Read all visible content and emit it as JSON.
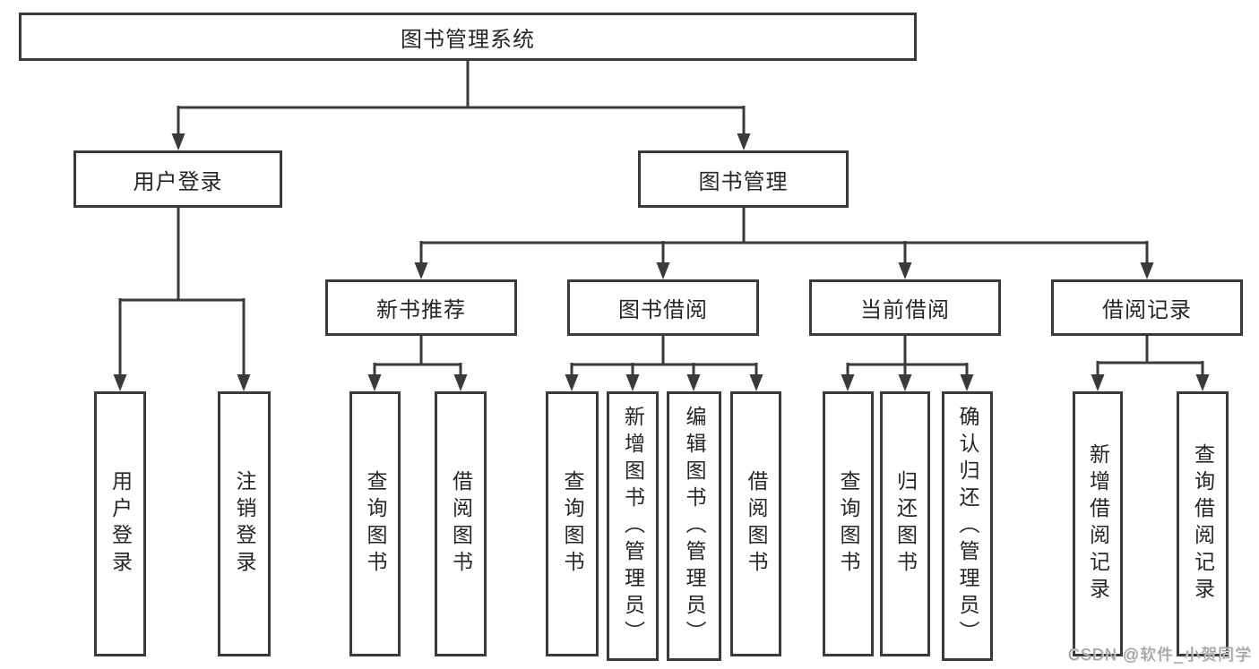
{
  "colors": {
    "line": "#3a3a3a",
    "box_border": "#3a3a3a",
    "text": "#262626",
    "background": "#ffffff",
    "watermark": "#9e9e9e"
  },
  "watermark": {
    "text": "CSDN @软件_小贺同学"
  },
  "diagram": {
    "type": "tree",
    "root": {
      "label": "图书管理系统"
    },
    "branches": [
      {
        "label": "用户登录",
        "children": [
          {
            "label": "用户登录"
          },
          {
            "label": "注销登录"
          }
        ]
      },
      {
        "label": "图书管理",
        "children": [
          {
            "label": "新书推荐",
            "children": [
              {
                "label": "查询图书"
              },
              {
                "label": "借阅图书"
              }
            ]
          },
          {
            "label": "图书借阅",
            "children": [
              {
                "label": "查询图书"
              },
              {
                "label": "新增图书（管理员）"
              },
              {
                "label": "编辑图书（管理员）"
              },
              {
                "label": "借阅图书"
              }
            ]
          },
          {
            "label": "当前借阅",
            "children": [
              {
                "label": "查询图书"
              },
              {
                "label": "归还图书"
              },
              {
                "label": "确认归还（管理员）"
              }
            ]
          },
          {
            "label": "借阅记录",
            "children": [
              {
                "label": "新增借阅记录"
              },
              {
                "label": "查询借阅记录"
              }
            ]
          }
        ]
      }
    ]
  }
}
